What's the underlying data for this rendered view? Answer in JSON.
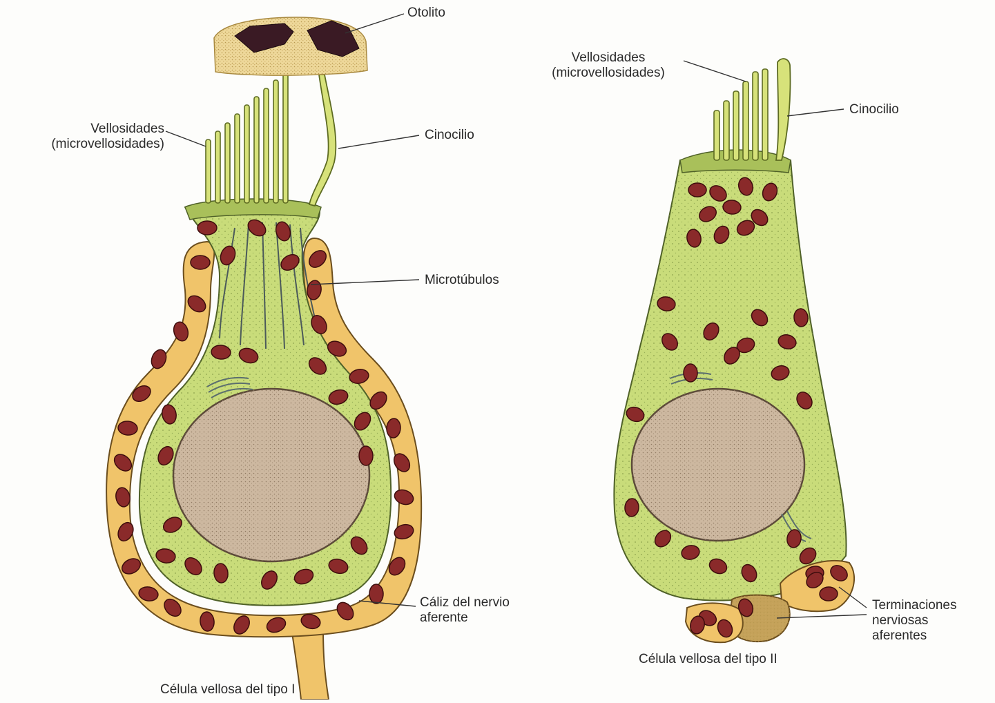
{
  "labels": {
    "otolito": "Otolito",
    "vellosidades_1": "Vellosidades",
    "microvellosidades_1": "(microvellosidades)",
    "cinocilio_1": "Cinocilio",
    "microtubulos": "Microtúbulos",
    "caliz_line1": "Cáliz del nervio",
    "caliz_line2": "aferente",
    "vellosidades_2": "Vellosidades",
    "microvellosidades_2": "(microvellosidades)",
    "cinocilio_2": "Cinocilio",
    "terminaciones_line1": "Terminaciones",
    "terminaciones_line2": "nerviosas",
    "terminaciones_line3": "aferentes"
  },
  "captions": {
    "type1": "Célula vellosa del tipo I",
    "type2": "Célula vellosa del tipo II"
  },
  "colors": {
    "cytoplasm": "#c9dc7a",
    "calyx": "#f0c46a",
    "nucleus": "#cdb8a0",
    "mitochondria": "#8a2a2a",
    "otolith_crystal": "#3a1a24",
    "otolith_matrix": "#eed89a",
    "golgi": "#b36cc0"
  }
}
